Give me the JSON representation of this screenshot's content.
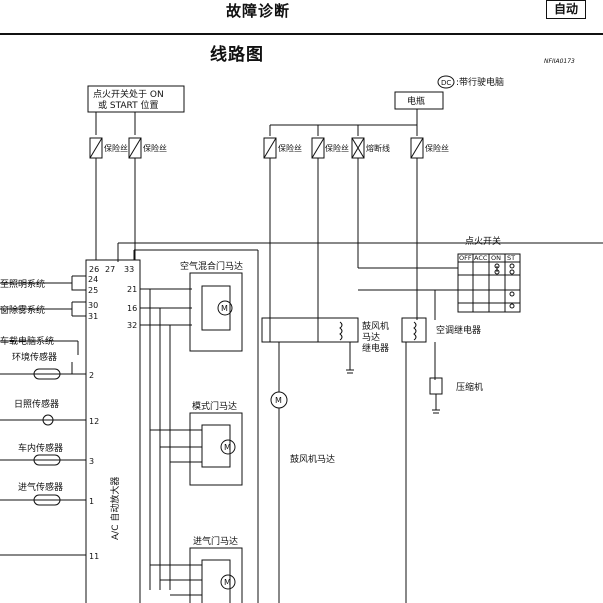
{
  "header": {
    "title": "故障诊断",
    "badge": "自动"
  },
  "section_title": "线路图",
  "figure_id": "NFIIA0173",
  "legend_note": {
    "symbol": "DC",
    "text": ":带行驶电脑"
  },
  "power_labels": {
    "ignition_line1": "点火开关处于 ON",
    "ignition_line2": "或 START 位置",
    "battery": "电瓶"
  },
  "fuses": {
    "fuse": "保险丝",
    "fusible_link": "熔断线"
  },
  "ignition_switch": {
    "title": "点火开关",
    "positions": [
      "OFF",
      "ACC",
      "ON",
      "ST"
    ]
  },
  "amplifier": {
    "label": "A/C 自动放大器",
    "terminals_top": [
      "26",
      "27",
      "33"
    ],
    "terminals_left": [
      "24",
      "25",
      "30",
      "31",
      "2",
      "12",
      "3",
      "1",
      "11"
    ],
    "terminals_right": [
      "21",
      "16",
      "32"
    ]
  },
  "left_connections": {
    "lighting": "至照明系统",
    "defogger": "窗除雾系统",
    "vehicle_computer": "车载电脑系统"
  },
  "sensors": {
    "ambient": "环境传感器",
    "sunload": "日照传感器",
    "in_vehicle": "车内传感器",
    "intake": "进气传感器"
  },
  "motors": {
    "air_mix": "空气混合门马达",
    "mode": "模式门马达",
    "intake_door": "进气门马达",
    "blower": "鼓风机马达"
  },
  "relays": {
    "blower_relay_line1": "鼓风机",
    "blower_relay_line2": "马达",
    "blower_relay_line3": "继电器",
    "ac_relay": "空调继电器",
    "compressor": "压缩机"
  },
  "motor_symbol": "M"
}
